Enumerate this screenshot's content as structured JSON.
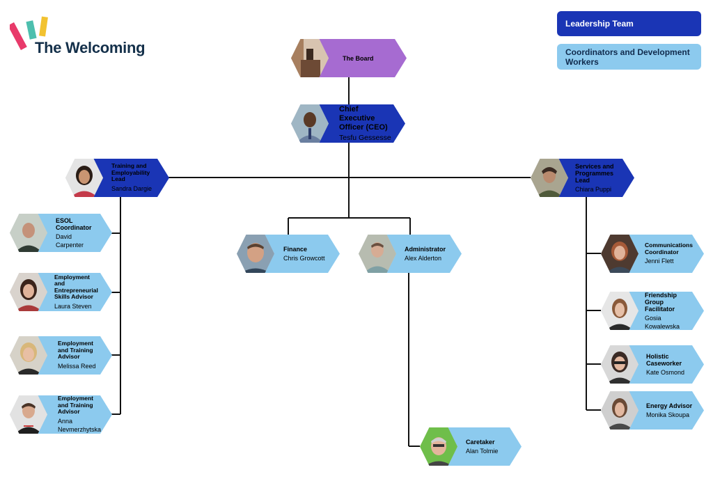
{
  "brand": {
    "name": "The Welcoming",
    "colors": {
      "lead": "#1a35b5",
      "coord": "#8ccaee",
      "board": "#a66bd1",
      "text": "#14304a"
    }
  },
  "legend": {
    "leadership": "Leadership Team",
    "coordinators": "Coordinators and Development Workers"
  },
  "nodes": {
    "board": {
      "role": "The Board",
      "name": ""
    },
    "ceo": {
      "role": "Chief Executive Officer (CEO)",
      "name": "Tesfu Gessesse"
    },
    "training_lead": {
      "role": "Training and Employability Lead",
      "name": "Sandra Dargie"
    },
    "services_lead": {
      "role": "Services and Programmes Lead",
      "name": "Chiara Puppi"
    },
    "esol": {
      "role": "ESOL Coordinator",
      "name": "David Carpenter"
    },
    "entre": {
      "role": "Employment and Entrepreneurial Skills Advisor",
      "name": "Laura Steven"
    },
    "eta1": {
      "role": "Employment and Training Advisor",
      "name": "Melissa Reed"
    },
    "eta2": {
      "role": "Employment and Training Advisor",
      "name": "Anna Nevmerzhytska"
    },
    "finance": {
      "role": "Finance",
      "name": "Chris Growcott"
    },
    "admin": {
      "role": "Administrator",
      "name": "Alex Alderton"
    },
    "caretaker": {
      "role": "Caretaker",
      "name": "Alan Tolmie"
    },
    "comms": {
      "role": "Communications Coordinator",
      "name": "Jenni Flett"
    },
    "friend": {
      "role": "Friendship Group Facilitator",
      "name": "Gosia Kowalewska"
    },
    "holistic": {
      "role": "Holistic Caseworker",
      "name": "Kate Osmond"
    },
    "energy": {
      "role": "Energy Advisor",
      "name": "Monika Skoupa"
    }
  }
}
